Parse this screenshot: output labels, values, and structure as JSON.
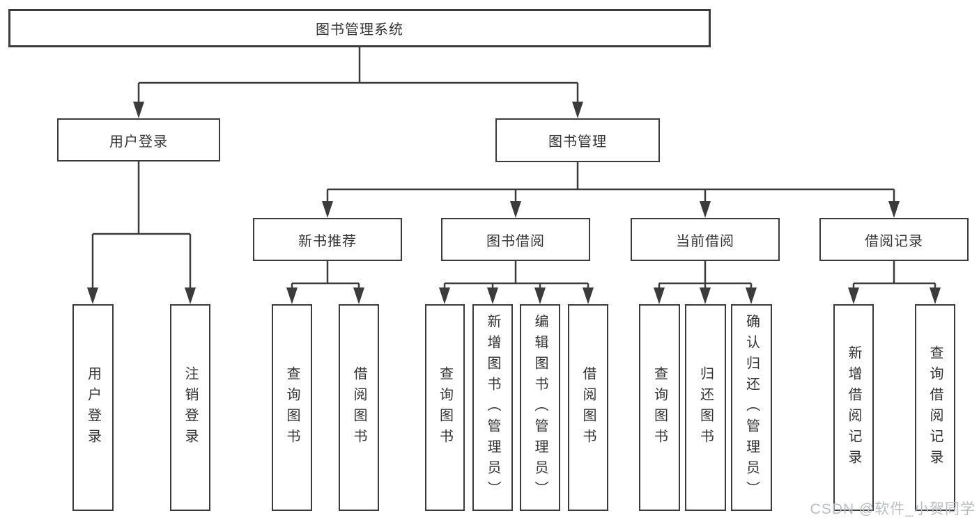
{
  "tree": {
    "root": {
      "label": "图书管理系统"
    },
    "children": [
      {
        "label": "用户登录",
        "children": [
          {
            "label": "用户登录"
          },
          {
            "label": "注销登录"
          }
        ]
      },
      {
        "label": "图书管理",
        "children": [
          {
            "label": "新书推荐",
            "children": [
              {
                "label": "查询图书"
              },
              {
                "label": "借阅图书"
              }
            ]
          },
          {
            "label": "图书借阅",
            "children": [
              {
                "label": "查询图书"
              },
              {
                "label": "新增图书（管理员）"
              },
              {
                "label": "编辑图书（管理员）"
              },
              {
                "label": "借阅图书"
              }
            ]
          },
          {
            "label": "当前借阅",
            "children": [
              {
                "label": "查询图书"
              },
              {
                "label": "归还图书"
              },
              {
                "label": "确认归还（管理员）"
              }
            ]
          },
          {
            "label": "借阅记录",
            "children": [
              {
                "label": "新增借阅记录"
              },
              {
                "label": "查询借阅记录"
              }
            ]
          }
        ]
      }
    ]
  },
  "colors": {
    "line": "#3b3b3b",
    "text": "#333333",
    "watermark": "#b9bdc4"
  },
  "watermark": "CSDN @软件_小贺同学"
}
